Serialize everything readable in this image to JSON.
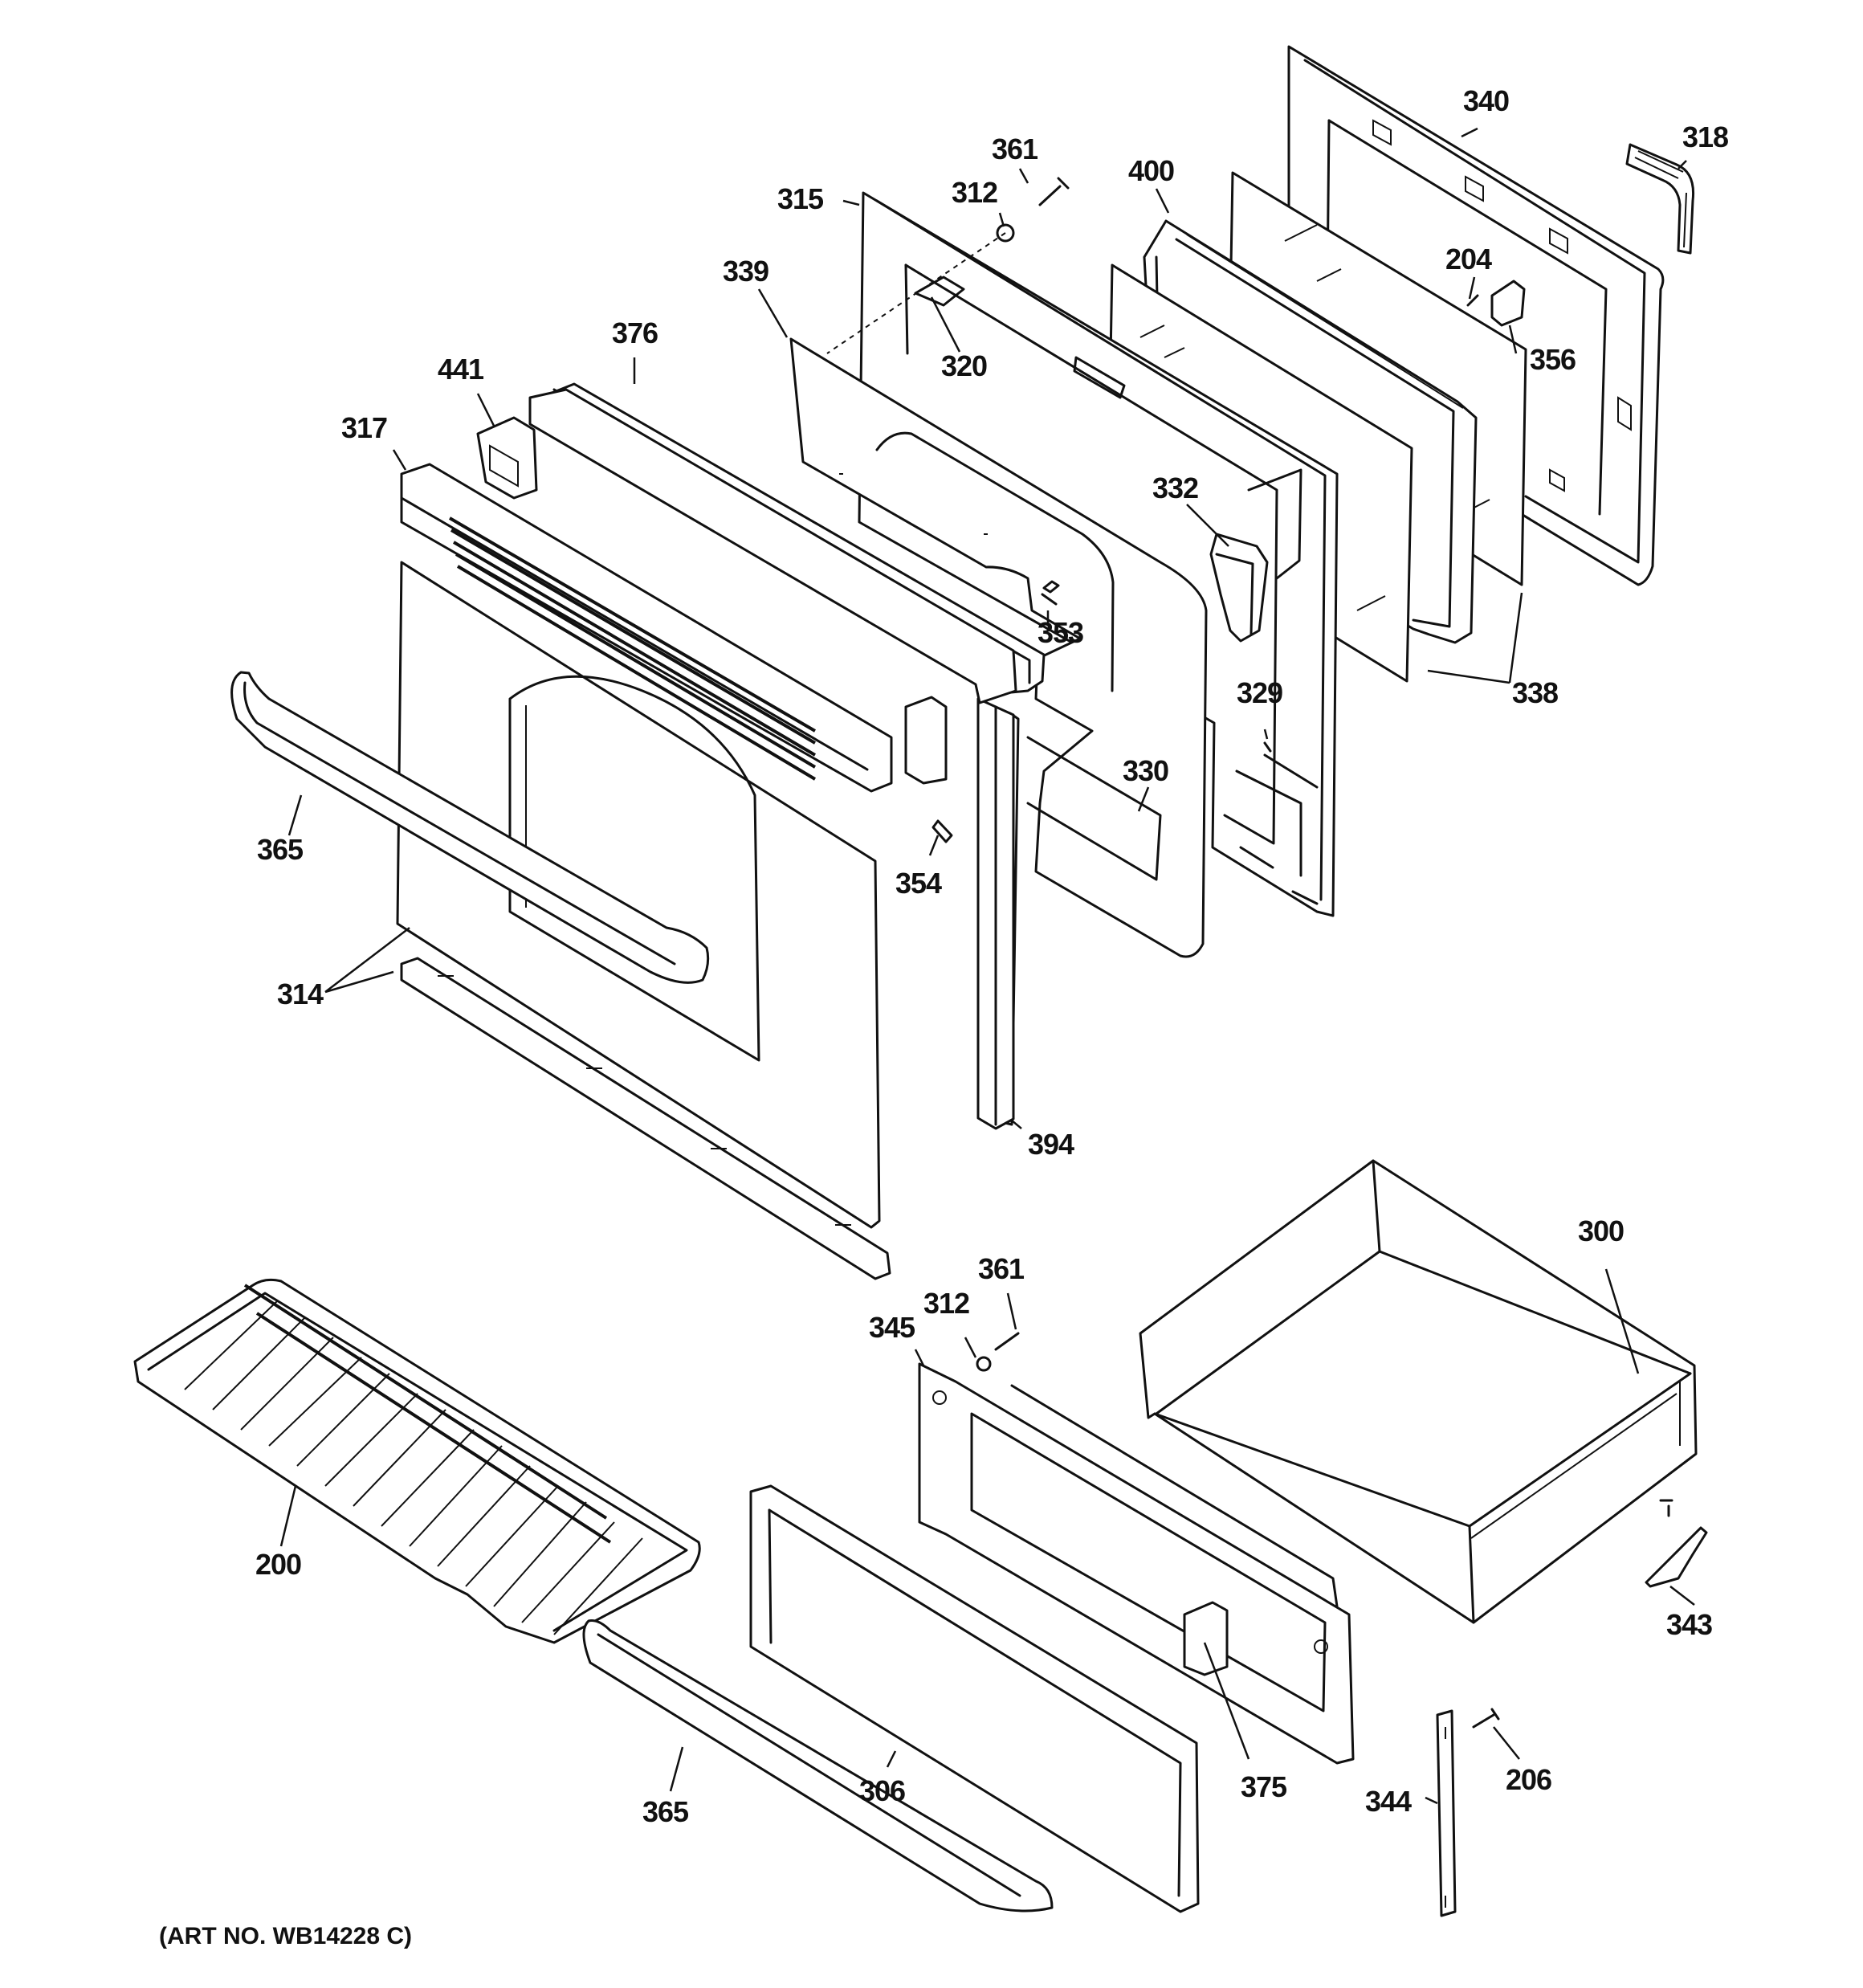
{
  "diagram": {
    "art_number": "(ART NO. WB14228 C)",
    "labels": {
      "p340": "340",
      "p318": "318",
      "p361a": "361",
      "p315": "315",
      "p312a": "312",
      "p400": "400",
      "p339": "339",
      "p204": "204",
      "p356": "356",
      "p376": "376",
      "p320": "320",
      "p441": "441",
      "p317": "317",
      "p332": "332",
      "p353": "353",
      "p338": "338",
      "p329": "329",
      "p365a": "365",
      "p330": "330",
      "p354": "354",
      "p314": "314",
      "p394": "394",
      "p300": "300",
      "p361b": "361",
      "p312b": "312",
      "p345": "345",
      "p200": "200",
      "p343": "343",
      "p375": "375",
      "p206": "206",
      "p344": "344",
      "p306": "306",
      "p365b": "365"
    }
  }
}
